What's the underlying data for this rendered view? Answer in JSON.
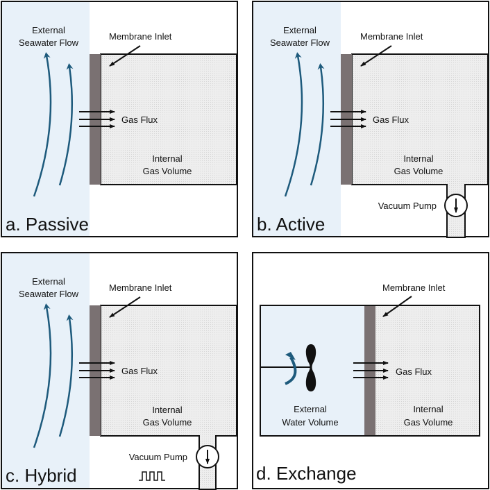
{
  "colors": {
    "water": "#e8f1f9",
    "membrane": "#7a7172",
    "gas": "#ececec",
    "flow": "#1d5a7c"
  },
  "panels": {
    "a": {
      "title": "a. Passive",
      "flow_line1": "External",
      "flow_line2": "Seawater Flow",
      "membrane": "Membrane Inlet",
      "flux": "Gas Flux",
      "gas_line1": "Internal",
      "gas_line2": "Gas Volume"
    },
    "b": {
      "title": "b. Active",
      "flow_line1": "External",
      "flow_line2": "Seawater Flow",
      "membrane": "Membrane Inlet",
      "flux": "Gas Flux",
      "gas_line1": "Internal",
      "gas_line2": "Gas Volume",
      "pump": "Vacuum Pump"
    },
    "c": {
      "title": "c. Hybrid",
      "flow_line1": "External",
      "flow_line2": "Seawater Flow",
      "membrane": "Membrane Inlet",
      "flux": "Gas Flux",
      "gas_line1": "Internal",
      "gas_line2": "Gas Volume",
      "pump": "Vacuum Pump"
    },
    "d": {
      "title": "d. Exchange",
      "membrane": "Membrane Inlet",
      "flux": "Gas Flux",
      "water_line1": "External",
      "water_line2": "Water Volume",
      "gas_line1": "Internal",
      "gas_line2": "Gas Volume"
    }
  }
}
